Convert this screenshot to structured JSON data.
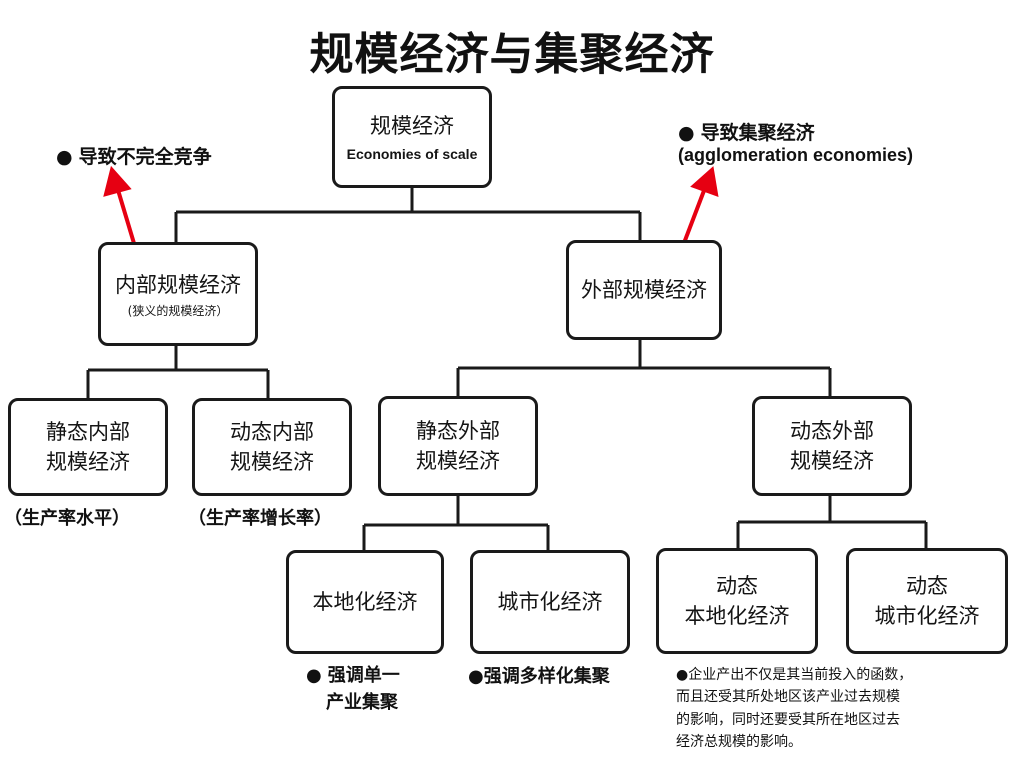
{
  "title": "规模经济与集聚经济",
  "bullet_glyph": "●",
  "root": {
    "label": "规模经济",
    "en": "Economies of scale"
  },
  "internal": {
    "label": "内部规模经济",
    "sub": "(狭义的规模经济）"
  },
  "external": {
    "label": "外部规模经济"
  },
  "static_internal": {
    "line1": "静态内部",
    "line2": "规模经济"
  },
  "dynamic_internal": {
    "line1": "动态内部",
    "line2": "规模经济"
  },
  "static_external": {
    "line1": "静态外部",
    "line2": "规模经济"
  },
  "dynamic_external": {
    "line1": "动态外部",
    "line2": "规模经济"
  },
  "localization": {
    "label": "本地化经济"
  },
  "urbanization": {
    "label": "城市化经济"
  },
  "dyn_localization": {
    "line1": "动态",
    "line2": "本地化经济"
  },
  "dyn_urbanization": {
    "line1": "动态",
    "line2": "城市化经济"
  },
  "notes": {
    "imperfect_competition": "导致不完全竞争",
    "agglomeration": "导致集聚经济",
    "agglomeration_en": "(agglomeration economies)",
    "productivity_level": "（生产率水平）",
    "productivity_growth": "（生产率增长率）",
    "single_industry_1": "强调单一",
    "single_industry_2": "产业集聚",
    "diversified": "●强调多样化集聚",
    "dynamic_desc_1": "●企业产出不仅是其当前投入的函数，",
    "dynamic_desc_2": "而且还受其所处地区该产业过去规模",
    "dynamic_desc_3": "的影响，同时还要受其所在地区过去",
    "dynamic_desc_4": "经济总规模的影响。"
  },
  "colors": {
    "arrow": "#e60012",
    "line": "#1a1a1a"
  }
}
